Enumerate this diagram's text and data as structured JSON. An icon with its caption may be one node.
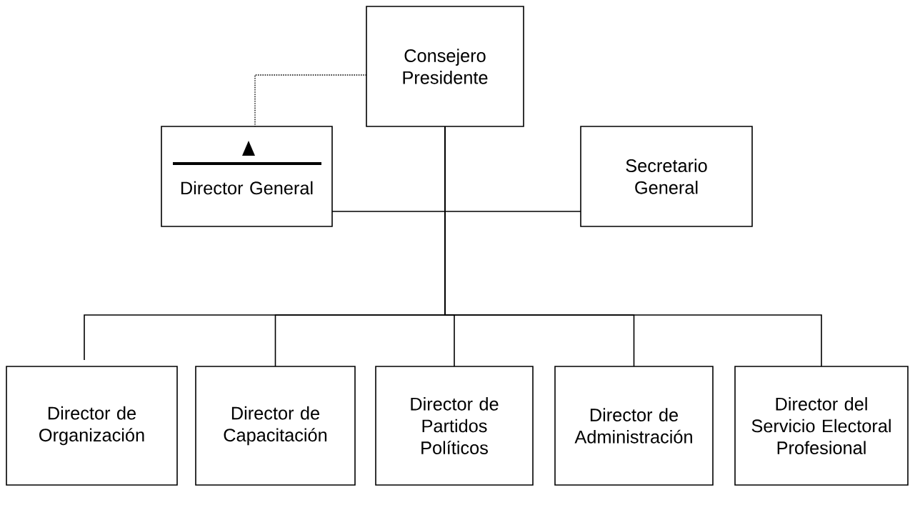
{
  "diagram": {
    "nodes": [
      {
        "text": [
          "Consejero Presidente"
        ]
      },
      {
        "text": [
          "Director General"
        ]
      },
      {
        "text": [
          "Secretario General"
        ]
      },
      {
        "text": [
          "Director de Organización"
        ]
      },
      {
        "text": [
          "Director de Capacitación"
        ]
      },
      {
        "text": [
          "Director de Partidos Políticos"
        ]
      },
      {
        "text": [
          "Director de Administración"
        ]
      },
      {
        "text": [
          "Director del Servicio Electoral Profesional"
        ]
      }
    ],
    "edges": [
      {
        "from": 0,
        "to": 1,
        "arrow": "none",
        "style": "dashed"
      },
      {
        "from": 0,
        "to": 1,
        "arrow": "none"
      },
      {
        "from": 0,
        "to": 2,
        "arrow": "none"
      },
      {
        "from": 0,
        "to": 3,
        "arrow": "none"
      },
      {
        "from": 0,
        "to": 4,
        "arrow": "none"
      },
      {
        "from": 0,
        "to": 5,
        "arrow": "none"
      },
      {
        "from": 0,
        "to": 6,
        "arrow": "none"
      },
      {
        "from": 0,
        "to": 7,
        "arrow": "none"
      }
    ]
  }
}
